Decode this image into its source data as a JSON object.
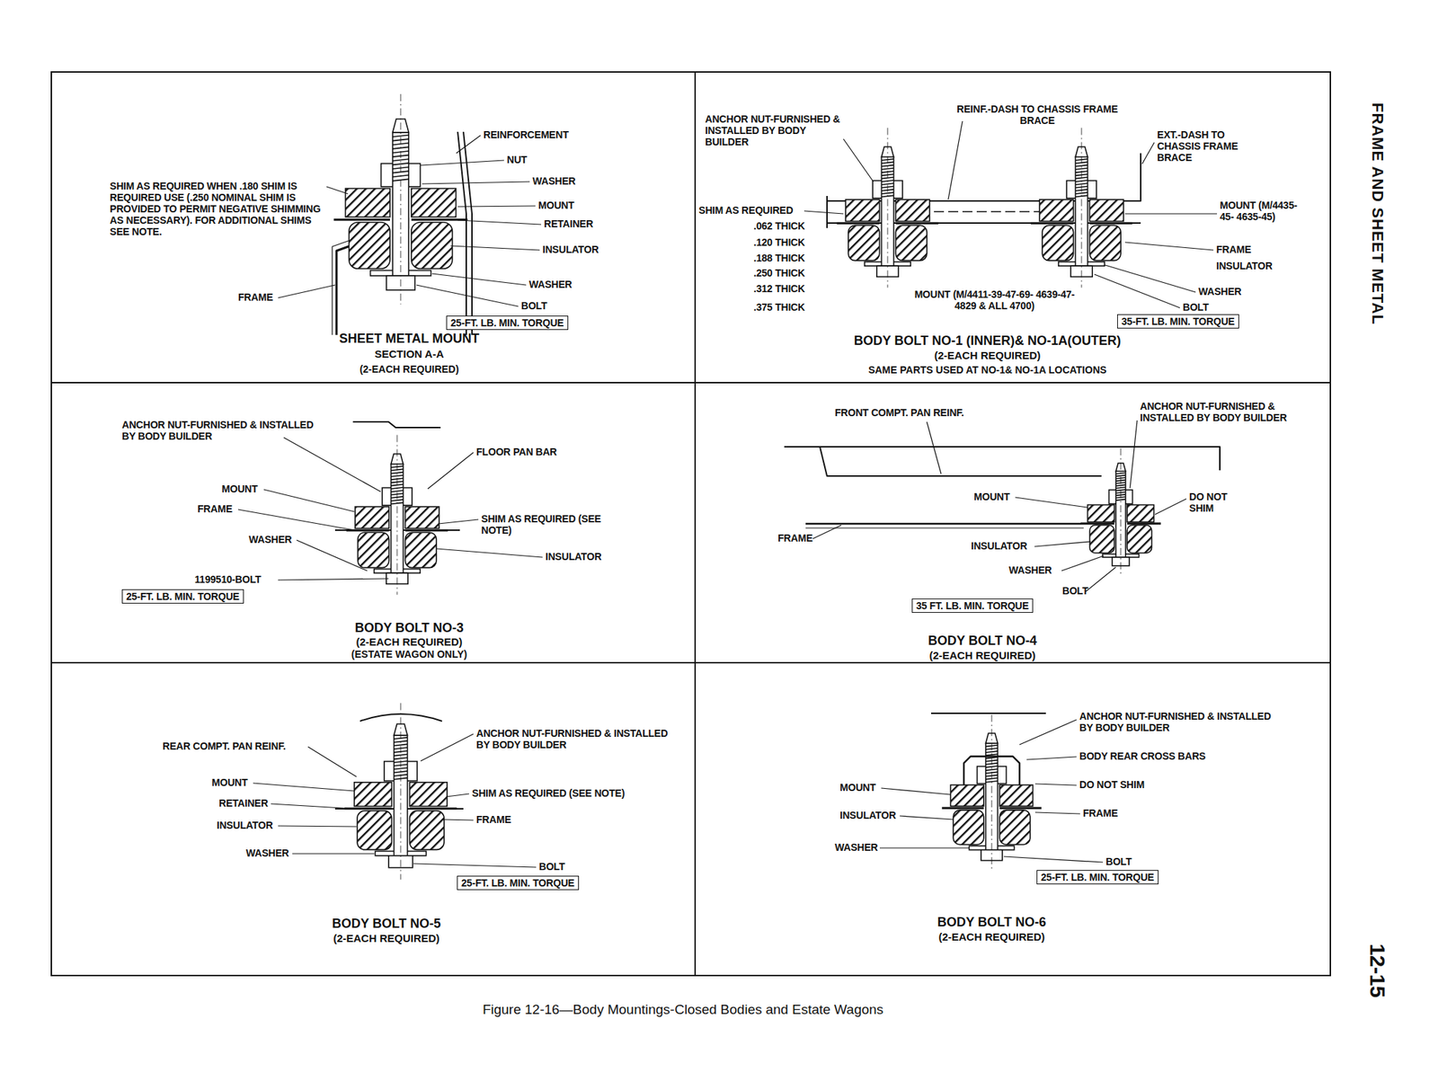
{
  "diagram": {
    "caption": "Figure 12-16—Body Mountings-Closed Bodies and Estate Wagons",
    "nodes": [
      {
        "text": [
          "SHEET METAL MOUNT",
          "SECTION A-A",
          "(2-EACH REQUIRED)"
        ]
      },
      {
        "text": [
          "BODY BOLT NO-1 (INNER)& NO-1A(OUTER)",
          "(2-EACH REQUIRED)",
          "SAME PARTS USED AT NO-1& NO-1A LOCATIONS"
        ]
      },
      {
        "text": [
          "BODY BOLT NO-3",
          "(2-EACH REQUIRED)",
          "(ESTATE WAGON ONLY)"
        ]
      },
      {
        "text": [
          "BODY BOLT NO-4",
          "(2-EACH REQUIRED)"
        ]
      },
      {
        "text": [
          "BODY BOLT NO-5",
          "(2-EACH REQUIRED)"
        ]
      },
      {
        "text": [
          "BODY BOLT NO-6",
          "(2-EACH REQUIRED)"
        ]
      }
    ],
    "labels": [
      "REINFORCEMENT",
      "NUT",
      "WASHER",
      "MOUNT",
      "RETAINER",
      "INSULATOR",
      "WASHER",
      "BOLT",
      "25-FT. LB. MIN. TORQUE",
      "SHIM AS REQUIRED WHEN .180 SHIM IS REQUIRED USE (.250 NOMINAL SHIM IS PROVIDED TO PERMIT NEGATIVE SHIMMING AS NECESSARY). FOR ADDITIONAL SHIMS SEE NOTE.",
      "FRAME",
      "ANCHOR NUT-FURNISHED & INSTALLED BY BODY BUILDER",
      "REINF.-DASH TO CHASSIS FRAME BRACE",
      "EXT.-DASH TO CHASSIS FRAME BRACE",
      "MOUNT (M/4435- 45- 4635-45)",
      "FRAME",
      "INSULATOR",
      "WASHER",
      "BOLT",
      "35-FT. LB. MIN. TORQUE",
      "SHIM AS REQUIRED",
      ".062 THICK",
      ".120 THICK",
      ".188 THICK",
      ".250 THICK",
      ".312 THICK",
      ".375 THICK",
      "MOUNT (M/4411-39-47-69- 4639-47-4829 & ALL 4700)",
      "ANCHOR NUT-FURNISHED & INSTALLED BY BODY BUILDER",
      "FLOOR PAN BAR",
      "MOUNT",
      "FRAME",
      "WASHER",
      "SHIM AS REQUIRED (SEE NOTE)",
      "INSULATOR",
      "1199510-BOLT",
      "25-FT. LB. MIN. TORQUE",
      "FRONT COMPT. PAN REINF.",
      "ANCHOR NUT-FURNISHED & INSTALLED BY BODY BUILDER",
      "MOUNT",
      "DO NOT SHIM",
      "FRAME",
      "INSULATOR",
      "WASHER",
      "BOLT",
      "35 FT. LB. MIN. TORQUE",
      "REAR COMPT. PAN REINF.",
      "ANCHOR NUT-FURNISHED & INSTALLED BY BODY BUILDER",
      "MOUNT",
      "RETAINER",
      "INSULATOR",
      "WASHER",
      "SHIM AS REQUIRED (SEE NOTE)",
      "FRAME",
      "BOLT",
      "25-FT. LB. MIN. TORQUE",
      "ANCHOR NUT-FURNISHED & INSTALLED BY BODY BUILDER",
      "BODY REAR CROSS BARS",
      "DO NOT SHIM",
      "FRAME",
      "MOUNT",
      "INSULATOR",
      "WASHER",
      "BOLT",
      "25-FT. LB. MIN. TORQUE",
      "FRAME AND SHEET METAL",
      "12-15"
    ]
  }
}
